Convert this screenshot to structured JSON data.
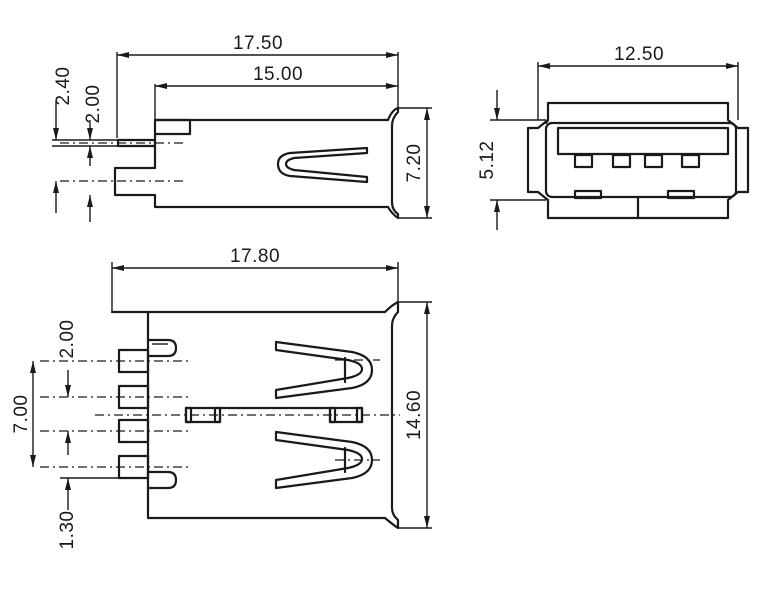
{
  "dimensions": {
    "top_view": {
      "overall_length": "17.50",
      "body_length": "15.00",
      "pin_offset_a": "2.40",
      "pin_offset_b": "2.00",
      "height": "7.20"
    },
    "end_view": {
      "width": "12.50",
      "height": "5.12"
    },
    "bottom_view": {
      "overall_length": "17.80",
      "pin_pitch_top": "2.00",
      "pin_span": "7.00",
      "pin_pitch_bottom": "1.30",
      "width": "14.60"
    }
  }
}
